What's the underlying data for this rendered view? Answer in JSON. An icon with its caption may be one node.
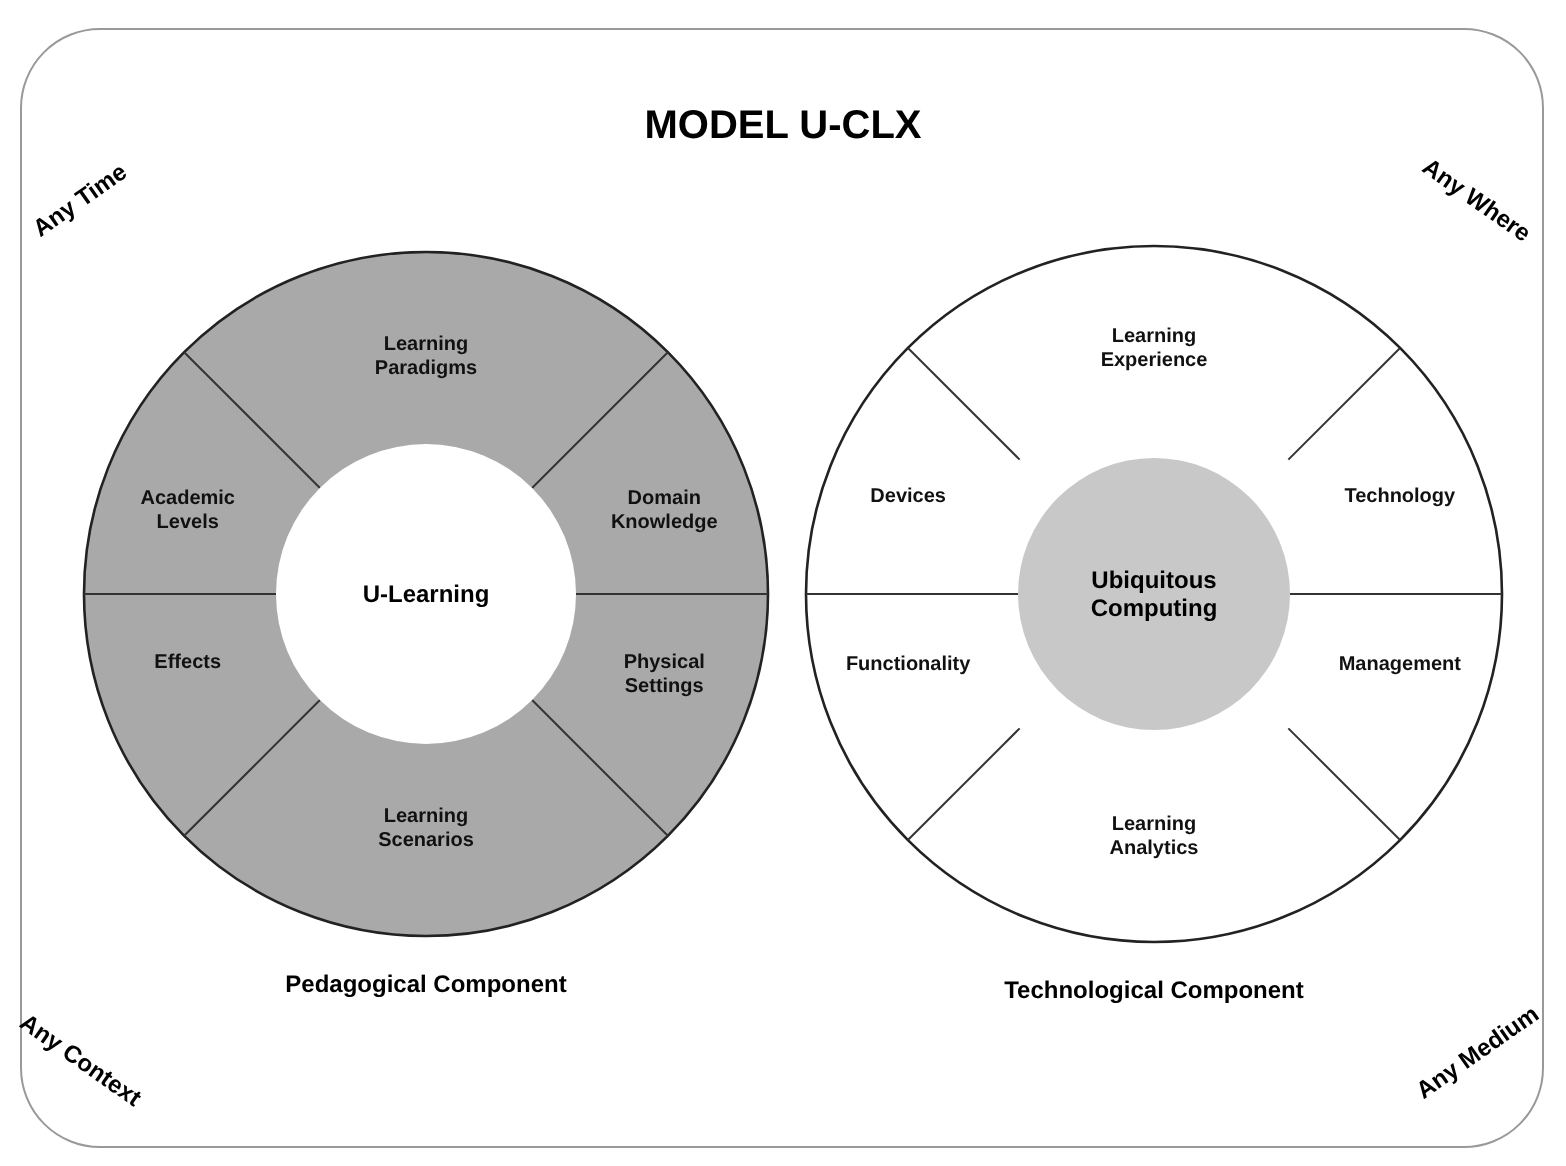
{
  "diagram": {
    "title": "MODEL U-CLX",
    "nodes": [
      {
        "text": [],
        "shape": "circle",
        "beside": [
          "Pedagogical Component"
        ]
      },
      {
        "text": [
          "U-Learning"
        ],
        "in": 0
      },
      {
        "text": [
          "Learning Paradigms"
        ],
        "in": 0
      },
      {
        "text": [
          "Domain Knowledge"
        ],
        "in": 0
      },
      {
        "text": [
          "Physical Settings"
        ],
        "in": 0
      },
      {
        "text": [
          "Learning Scenarios"
        ],
        "in": 0
      },
      {
        "text": [
          "Effects"
        ],
        "in": 0
      },
      {
        "text": [
          "Academic Levels"
        ],
        "in": 0
      },
      {
        "text": [],
        "shape": "circle",
        "beside": [
          "Technological Component"
        ]
      },
      {
        "text": [
          "Ubiquitous Computing"
        ],
        "in": 8
      },
      {
        "text": [
          "Learning Experience"
        ],
        "in": 8
      },
      {
        "text": [
          "Technology"
        ],
        "in": 8
      },
      {
        "text": [
          "Management"
        ],
        "in": 8
      },
      {
        "text": [
          "Learning Analytics"
        ],
        "in": 8
      },
      {
        "text": [
          "Functionality"
        ],
        "in": 8
      },
      {
        "text": [
          "Devices"
        ],
        "in": 8
      }
    ],
    "edges": [],
    "labels": [
      "Any Time",
      "Any Where",
      "Any Context",
      "Any Medium"
    ]
  }
}
